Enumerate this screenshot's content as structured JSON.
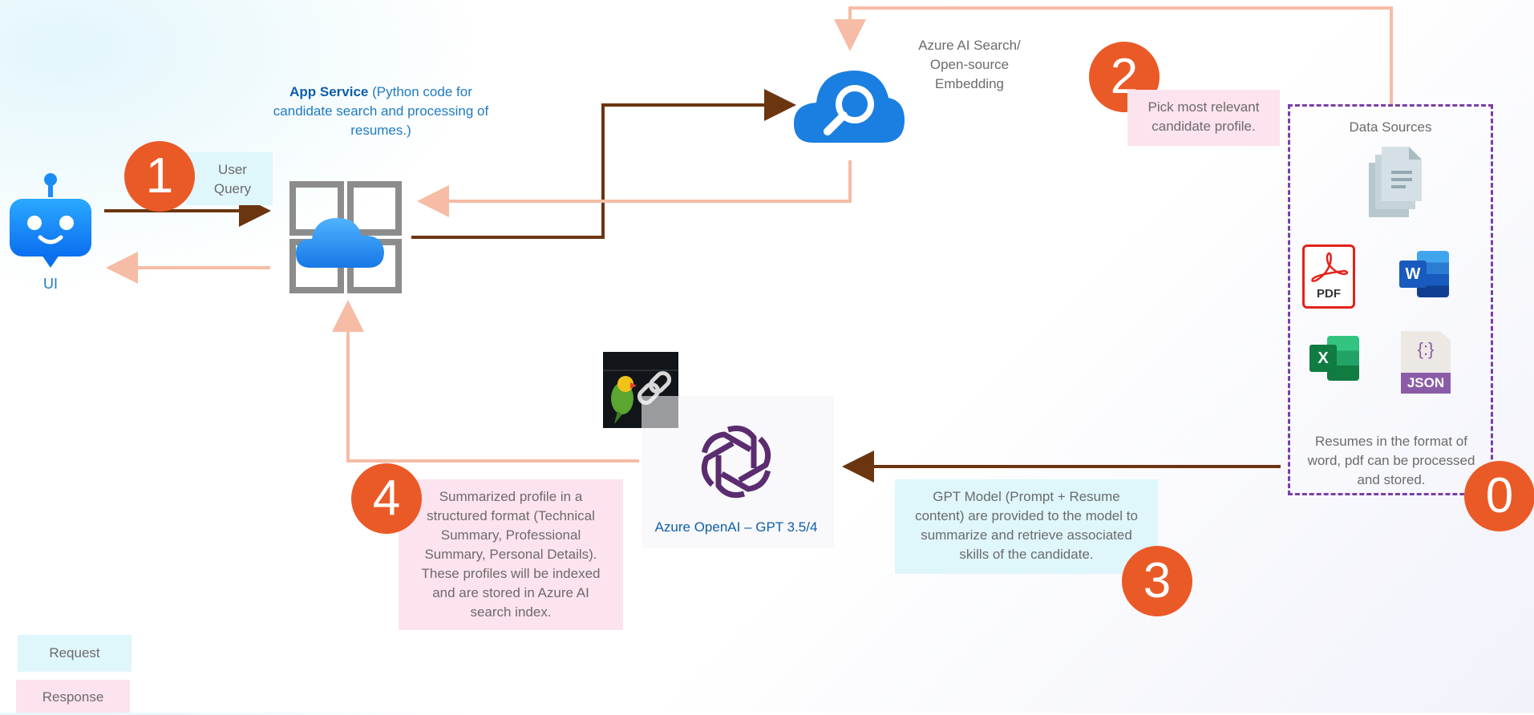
{
  "ui": {
    "label": "UI"
  },
  "step1": {
    "number": "1",
    "label": "User Query"
  },
  "app_service": {
    "title": "App Service",
    "description": " (Python code for candidate search and processing of resumes.)"
  },
  "search": {
    "label": "Azure AI Search/ Open-source Embedding"
  },
  "step2": {
    "number": "2",
    "label": "Pick most relevant candidate profile."
  },
  "data_sources": {
    "title": "Data Sources",
    "pdf_label": "PDF",
    "word_letter": "W",
    "excel_letter": "X",
    "json_label": "JSON",
    "json_glyph": "{:}",
    "description": "Resumes in the format of word, pdf can be processed and stored."
  },
  "step0": {
    "number": "0"
  },
  "openai": {
    "label": "Azure OpenAI – GPT 3.5/4"
  },
  "step3": {
    "number": "3",
    "label": "GPT Model (Prompt + Resume content) are provided to the model to summarize and retrieve associated skills of the candidate."
  },
  "step4": {
    "number": "4",
    "label": "Summarized profile in a structured format (Technical Summary, Professional Summary, Personal Details). These profiles will be indexed and are stored in Azure AI search index."
  },
  "legend": {
    "request": "Request",
    "response": "Response"
  },
  "colors": {
    "request_arrow": "#6b3510",
    "response_arrow": "#f6bca5",
    "badge": "#ea5a27",
    "request_box": "#dff6fb",
    "response_box": "#fde3ee",
    "dashed_border": "#7b3fa6"
  }
}
